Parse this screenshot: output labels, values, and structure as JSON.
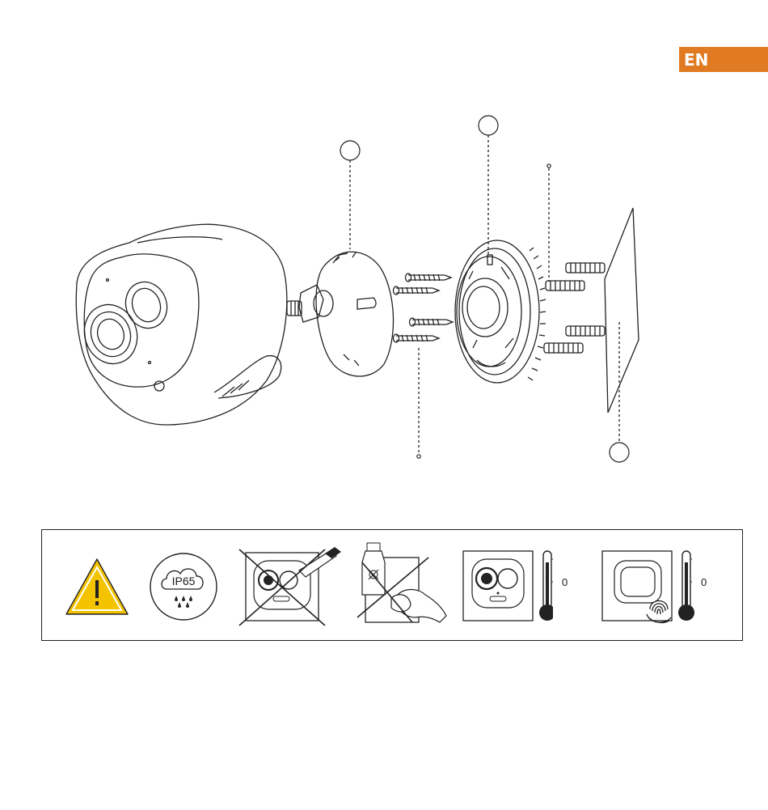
{
  "header": {
    "language_tab": "EN",
    "language_tab_color": "#e07b24"
  },
  "diagram": {
    "callouts": [
      "",
      "",
      "",
      "",
      ""
    ]
  },
  "icons": {
    "ip_rating": "IP65",
    "camera_temp_value": "0",
    "base_temp_value": "0",
    "warning_color": "#f3c300"
  }
}
